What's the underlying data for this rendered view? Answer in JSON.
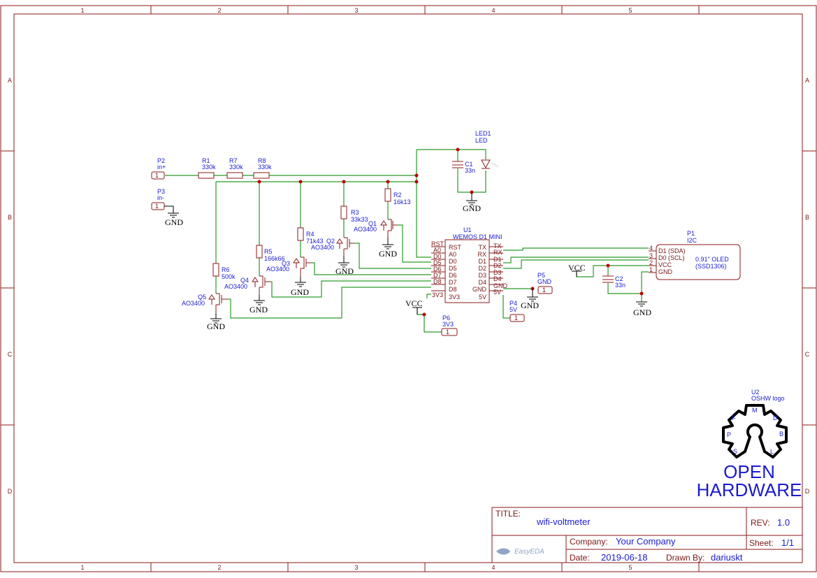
{
  "frame": {
    "columns": [
      "1",
      "2",
      "3",
      "4",
      "5"
    ],
    "rows": [
      "A",
      "B",
      "C",
      "D"
    ]
  },
  "title_block": {
    "title_label": "TITLE:",
    "title": "wifi-voltmeter",
    "rev_label": "REV:",
    "rev": "1.0",
    "company_label": "Company:",
    "company": "Your Company",
    "sheet_label": "Sheet:",
    "sheet": "1/1",
    "date_label": "Date:",
    "date": "2019-06-18",
    "drawn_label": "Drawn By:",
    "drawn_by": "dariuskt",
    "tool_logo": "EasyEDA"
  },
  "logo": {
    "ref": "U2",
    "name": "OSHW logo",
    "line1": "OPEN",
    "line2": "HARDWARE",
    "letters": [
      "M",
      "D",
      "B",
      "L",
      "S",
      "P",
      "F"
    ]
  },
  "connectors": {
    "p2": {
      "ref": "P2",
      "name": "in+",
      "pin": "1"
    },
    "p3": {
      "ref": "P3",
      "name": "in-",
      "pin": "1"
    },
    "p5": {
      "ref": "P5",
      "name": "GND",
      "pin": "1"
    },
    "p4": {
      "ref": "P4",
      "name": "5V",
      "pin": "1"
    },
    "p6": {
      "ref": "P6",
      "name": "3V3",
      "pin": "1"
    }
  },
  "resistors": {
    "r1": {
      "ref": "R1",
      "value": "330k"
    },
    "r7": {
      "ref": "R7",
      "value": "330k"
    },
    "r8": {
      "ref": "R8",
      "value": "330k"
    },
    "r2": {
      "ref": "R2",
      "value": "16k13"
    },
    "r3": {
      "ref": "R3",
      "value": "33k33"
    },
    "r4": {
      "ref": "R4",
      "value": "71k43"
    },
    "r5": {
      "ref": "R5",
      "value": "166k66"
    },
    "r6": {
      "ref": "R6",
      "value": "500k"
    }
  },
  "mosfets": {
    "q1": {
      "ref": "Q1",
      "value": "AO3400"
    },
    "q2": {
      "ref": "Q2",
      "value": "AO3400"
    },
    "q3": {
      "ref": "Q3",
      "value": "AO3400"
    },
    "q4": {
      "ref": "Q4",
      "value": "AO3400"
    },
    "q5": {
      "ref": "Q5",
      "value": "AO3400"
    }
  },
  "led": {
    "ref": "LED1",
    "value": "LED"
  },
  "caps": {
    "c1": {
      "ref": "C1",
      "value": "33n"
    },
    "c2": {
      "ref": "C2",
      "value": "33n"
    }
  },
  "u1": {
    "ref": "U1",
    "name": "WEMOS D1 MINI",
    "left_pins": [
      "RST",
      "A0",
      "D0",
      "D5",
      "D6",
      "D7",
      "D8",
      "3V3"
    ],
    "inner_left": [
      "RST",
      "A0",
      "D0",
      "D5",
      "D6",
      "D7",
      "D8",
      "3V3"
    ],
    "inner_right": [
      "TX",
      "RX",
      "D1",
      "D2",
      "D3",
      "D4",
      "GND",
      "5V"
    ],
    "right_pins": [
      "TX",
      "RX",
      "D1",
      "D2",
      "D3",
      "D4",
      "GND",
      "5V"
    ]
  },
  "oled": {
    "ref": "P1",
    "name": "I2C",
    "pin_numbers": [
      "4",
      "3",
      "2",
      "1"
    ],
    "pin_names": [
      "D1 (SDA)",
      "D0 (SCL)",
      "VCC",
      "GND"
    ],
    "desc1": "0.91\" OLED",
    "desc2": "(SSD1306)"
  },
  "power": {
    "gnd": "GND",
    "vcc": "VCC"
  }
}
